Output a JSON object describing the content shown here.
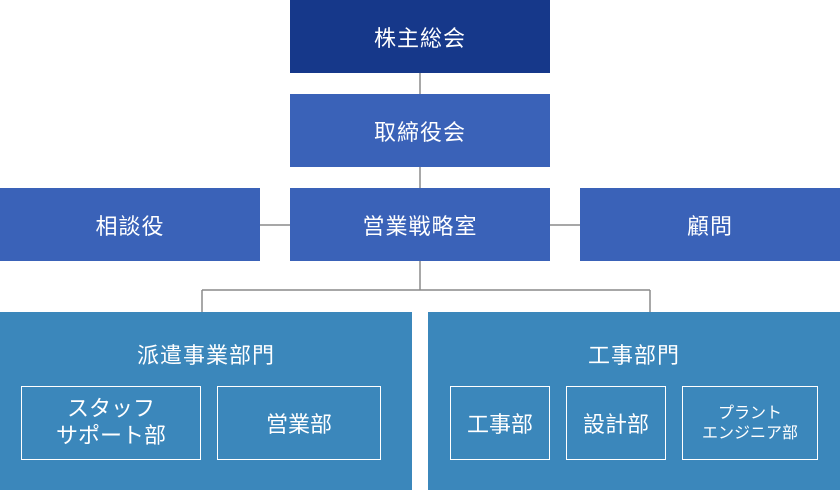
{
  "colors": {
    "shareholders": "#16388a",
    "board": "#3a62b8",
    "office": "#3a62b8",
    "department": "#3b87bb",
    "connector": "#8a8a8a"
  },
  "org": {
    "shareholders": "株主総会",
    "board": "取締役会",
    "advisor": "相談役",
    "strategy_office": "営業戦略室",
    "consultant": "顧問",
    "dispatch_dept": {
      "title": "派遣事業部門",
      "units": [
        {
          "line1": "スタッフ",
          "line2": "サポート部"
        },
        {
          "label": "営業部"
        }
      ]
    },
    "construction_dept": {
      "title": "工事部門",
      "units": [
        {
          "label": "工事部"
        },
        {
          "label": "設計部"
        },
        {
          "line1": "プラント",
          "line2": "エンジニア部"
        }
      ]
    }
  }
}
